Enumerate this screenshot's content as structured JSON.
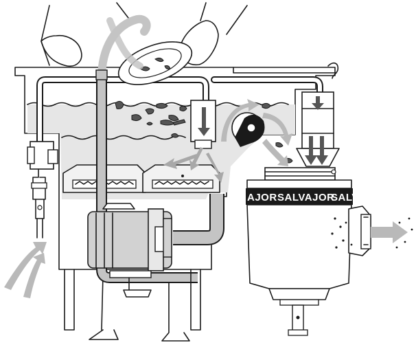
{
  "diagram": {
    "brand_labels": [
      "AJOR",
      "SALVAJOR",
      "SALV"
    ],
    "colors": {
      "ink": "#1a1a1a",
      "water": "#e6e6e6",
      "flow_arrow": "#b9b9b9",
      "pipe": "#c4c4c4",
      "motor": "#d2d2d2",
      "label_band": "#1a1a1a",
      "label_text": "#ffffff"
    },
    "components": [
      "sink-basin",
      "water-tank",
      "spray-hose",
      "water-supply-valve",
      "pump-motor",
      "drain-pipe",
      "food-trough",
      "disposer-unit",
      "disposer-label-band",
      "discharge-outlet",
      "operator-hands",
      "dinner-plate",
      "food-debris"
    ]
  }
}
